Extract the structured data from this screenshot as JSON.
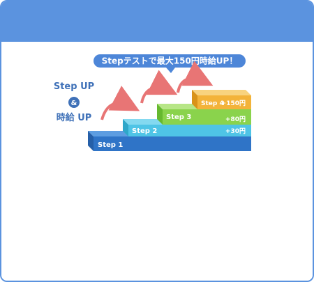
{
  "banner": {
    "text": "Stepテストで最大150円時給UP！"
  },
  "side_label": {
    "line1": "Step UP",
    "line2": "&",
    "line3": "時給 UP"
  },
  "steps": [
    {
      "label": "Step 1",
      "bonus": ""
    },
    {
      "label": "Step 2",
      "bonus": "+30円"
    },
    {
      "label": "Step 3",
      "bonus": "+80円"
    },
    {
      "label": "Step 4",
      "bonus": "+150円"
    }
  ],
  "colors": {
    "header": "#5b93df",
    "banner": "#4d86d8",
    "side_text": "#3f71b8",
    "step1": "#2f74c7",
    "step2": "#4fc4e6",
    "step3": "#8ad34c",
    "step4": "#f3b33a",
    "arrow": "#e87575"
  }
}
